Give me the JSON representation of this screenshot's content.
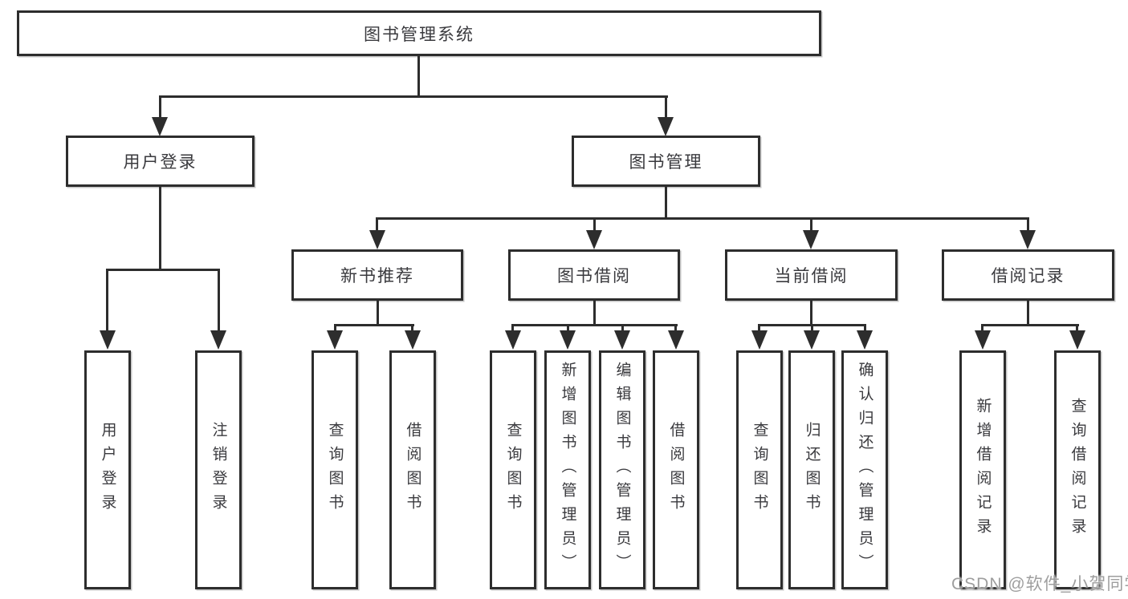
{
  "tree": {
    "root": "图书管理系统",
    "branches": [
      {
        "label": "用户登录",
        "children": [
          "用户登录",
          "注销登录"
        ]
      },
      {
        "label": "图书管理",
        "groups": [
          {
            "label": "新书推荐",
            "children": [
              "查询图书",
              "借阅图书"
            ]
          },
          {
            "label": "图书借阅",
            "children": [
              "查询图书",
              "新增图书（管理员）",
              "编辑图书（管理员）",
              "借阅图书"
            ]
          },
          {
            "label": "当前借阅",
            "children": [
              "查询图书",
              "归还图书",
              "确认归还（管理员）"
            ]
          },
          {
            "label": "借阅记录",
            "children": [
              "新增借阅记录",
              "查询借阅记录"
            ]
          }
        ]
      }
    ]
  },
  "watermark": "CSDN @软件_小贺同学",
  "colors": {
    "line": "#2d2d2d",
    "text": "#3a3a3e",
    "watermark": "#9e9e9e",
    "background": "#ffffff"
  }
}
